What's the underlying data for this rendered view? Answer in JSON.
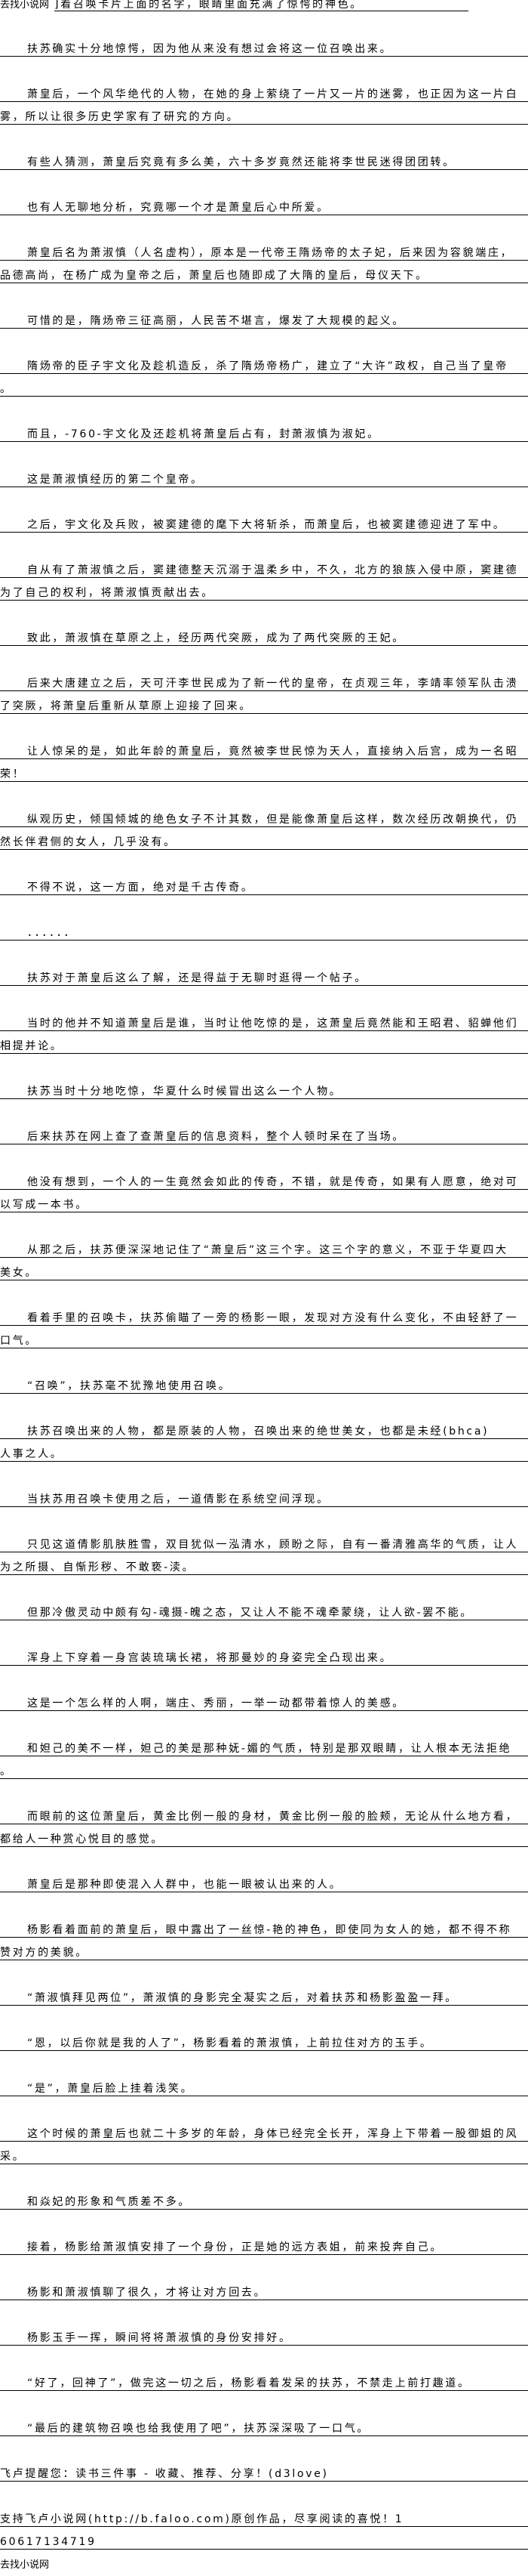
{
  "site_name": "去找小说网",
  "header_fragment": "]着召唤卡片上面的名字，眼睛里面充满了惊愕的神色。",
  "paragraphs": [
    [
      "扶苏确实十分地惊愕，因为他从来没有想过会将这一位召唤出来。"
    ],
    [
      "萧皇后，一个风华绝代的人物，在她的身上萦绕了一片又一片的迷雾，也正因为这一片白",
      "雾，所以让很多历史学家有了研究的方向。"
    ],
    [
      "有些人猜测，萧皇后究竟有多么美，六十多岁竟然还能将李世民迷得团团转。"
    ],
    [
      "也有人无聊地分析，究竟哪一个才是萧皇后心中所爱。"
    ],
    [
      "萧皇后名为萧淑慎（人名虚构），原本是一代帝王隋炀帝的太子妃，后来因为容貌端庄，",
      "品德高尚，在杨广成为皇帝之后，萧皇后也随即成了大隋的皇后，母仪天下。"
    ],
    [
      "可惜的是，隋炀帝三征高丽，人民苦不堪言，爆发了大规模的起义。"
    ],
    [
      "隋炀帝的臣子宇文化及趁机造反，杀了隋炀帝杨广，建立了“大许”政权，自己当了皇帝",
      "。"
    ],
    [
      "而且，-760-宇文化及还趁机将萧皇后占有，封萧淑慎为淑妃。"
    ],
    [
      "这是萧淑慎经历的第二个皇帝。"
    ],
    [
      "之后，宇文化及兵败，被窦建德的麾下大将斩杀，而萧皇后，也被窦建德迎进了军中。"
    ],
    [
      "自从有了萧淑慎之后，窦建德整天沉溺于温柔乡中，不久，北方的狼族入侵中原，窦建德",
      "为了自己的权利，将萧淑慎贡献出去。"
    ],
    [
      "致此，萧淑慎在草原之上，经历两代突厥，成为了两代突厥的王妃。"
    ],
    [
      "后来大唐建立之后，天可汗李世民成为了新一代的皇帝，在贞观三年，李靖率领军队击溃",
      "了突厥，将萧皇后重新从草原上迎接了回来。"
    ],
    [
      "让人惊呆的是，如此年龄的萧皇后，竟然被李世民惊为天人，直接纳入后宫，成为一名昭",
      "荣！"
    ],
    [
      "纵观历史，倾国倾城的绝色女子不计其数，但是能像萧皇后这样，数次经历改朝换代，仍",
      "然长伴君侧的女人，几乎没有。"
    ],
    [
      "不得不说，这一方面，绝对是千古传奇。"
    ],
    [
      "．．．．．．"
    ],
    [
      "扶苏对于萧皇后这么了解，还是得益于无聊时逛得一个帖子。"
    ],
    [
      "当时的他并不知道萧皇后是谁，当时让他吃惊的是，这萧皇后竟然能和王昭君、貂蝉他们",
      "相提并论。"
    ],
    [
      "扶苏当时十分地吃惊，华夏什么时候冒出这么一个人物。"
    ],
    [
      "后来扶苏在网上查了查萧皇后的信息资料，整个人顿时呆在了当场。"
    ],
    [
      "他没有想到，一个人的一生竟然会如此的传奇，不错，就是传奇，如果有人愿意，绝对可",
      "以写成一本书。"
    ],
    [
      "从那之后，扶苏便深深地记住了“萧皇后”这三个字。这三个字的意义，不亚于华夏四大",
      "美女。"
    ],
    [
      "看着手里的召唤卡，扶苏偷瞄了一旁的杨影一眼，发现对方没有什么变化，不由轻舒了一",
      "口气。"
    ],
    [
      "“召唤”，扶苏毫不犹豫地使用召唤。"
    ],
    [
      "扶苏召唤出来的人物，都是原装的人物，召唤出来的绝世美女，也都是未经(bhca)",
      "人事之人。"
    ],
    [
      "当扶苏用召唤卡使用之后，一道倩影在系统空间浮现。"
    ],
    [
      "只见这道倩影肌肤胜雪，双目犹似一泓清水，顾盼之际，自有一番清雅高华的气质，让人",
      "为之所摄、自惭形秽、不敢亵-渎。"
    ],
    [
      "但那冷傲灵动中颇有勾-魂摄-魄之态，又让人不能不魂牵蒙绕，让人欲-罢不能。"
    ],
    [
      "浑身上下穿着一身宫装琉璃长裙，将那曼妙的身姿完全凸现出来。"
    ],
    [
      "这是一个怎么样的人啊，端庄、秀丽，一举一动都带着惊人的美感。"
    ],
    [
      "和妲己的美不一样，妲己的美是那种妩-媚的气质，特别是那双眼睛，让人根本无法拒绝",
      "。"
    ],
    [
      "而眼前的这位萧皇后，黄金比例一般的身材，黄金比例一般的脸颊，无论从什么地方看，",
      "都给人一种赏心悦目的感觉。"
    ],
    [
      "萧皇后是那种即使混入人群中，也能一眼被认出来的人。"
    ],
    [
      "杨影看着面前的萧皇后，眼中露出了一丝惊-艳的神色，即使同为女人的她，都不得不称",
      "赞对方的美貌。"
    ],
    [
      "“萧淑慎拜见两位”，萧淑慎的身影完全凝实之后，对着扶苏和杨影盈盈一拜。"
    ],
    [
      "“恩，以后你就是我的人了”，杨影看着的萧淑慎，上前拉住对方的玉手。"
    ],
    [
      "“是”，萧皇后脸上挂着浅笑。"
    ],
    [
      "这个时候的萧皇后也就二十多岁的年龄，身体已经完全长开，浑身上下带着一股御姐的风",
      "采。"
    ],
    [
      "和焱妃的形象和气质差不多。"
    ],
    [
      "接着，杨影给萧淑慎安排了一个身份，正是她的远方表姐，前来投奔自己。"
    ],
    [
      "杨影和萧淑慎聊了很久，才将让对方回去。"
    ],
    [
      "杨影玉手一挥，瞬间将将萧淑慎的身份安排好。"
    ],
    [
      "“好了，回神了”，做完这一切之后，杨影看着发呆的扶苏，不禁走上前打趣道。"
    ],
    [
      "“最后的建筑物召唤也给我使用了吧”，扶苏深深吸了一口气。"
    ]
  ],
  "footer": {
    "reminder": "飞卢提醒您：读书三件事 - 收藏、推荐、分享！(d3love)",
    "support_lines": [
      "支持飞卢小说网(http://b.faloo.com)原创作品，尽享阅读的喜悦！1",
      "60617134719"
    ],
    "site_name": "去找小说网"
  }
}
